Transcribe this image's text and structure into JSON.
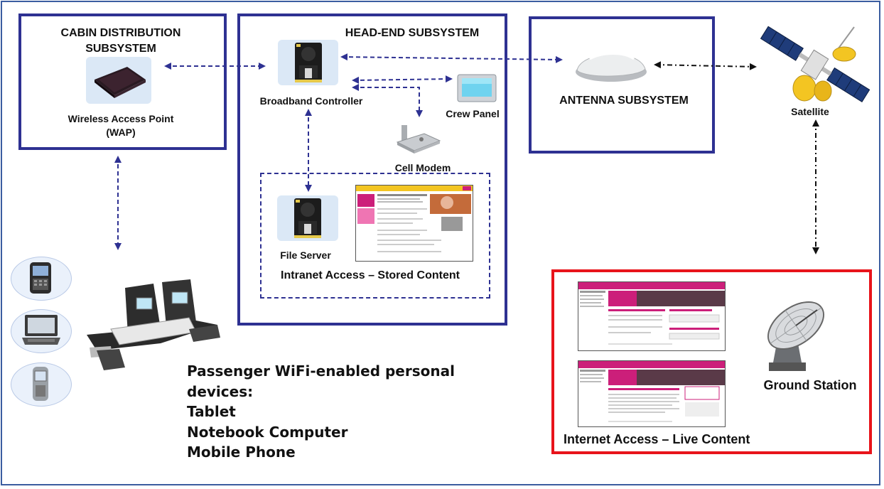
{
  "subsystems": {
    "cabin": {
      "title_line1": "CABIN DISTRIBUTION",
      "title_line2": "SUBSYSTEM",
      "device_line1": "Wireless Access Point",
      "device_line2": "(WAP)"
    },
    "headend": {
      "title": "HEAD-END SUBSYSTEM",
      "controller": "Broadband Controller",
      "crew_panel": "Crew Panel",
      "cell_modem": "Cell Modem",
      "file_server": "File Server",
      "intranet": "Intranet Access – Stored Content"
    },
    "antenna": {
      "title": "ANTENNA SUBSYSTEM"
    },
    "satellite": {
      "label": "Satellite"
    },
    "ground": {
      "label": "Ground Station",
      "internet": "Internet Access – Live Content"
    }
  },
  "passenger": {
    "line1": "Passenger WiFi-enabled personal",
    "line2": "devices:",
    "line3": "Tablet",
    "line4": "Notebook Computer",
    "line5": "Mobile Phone"
  },
  "colors": {
    "frame": "#3b5da0",
    "subsystem_border": "#2e3192",
    "internet_border": "#e8141b",
    "magenta": "#cc1f7a",
    "arrow": "#2e3192"
  },
  "icons": [
    "router-icon",
    "controller-icon",
    "crew-panel-icon",
    "cell-modem-icon",
    "file-server-icon",
    "antenna-dome-icon",
    "satellite-icon",
    "dish-icon",
    "phone-icon",
    "laptop-icon",
    "flip-phone-icon",
    "seat-icon",
    "webpage-thumbnail"
  ]
}
